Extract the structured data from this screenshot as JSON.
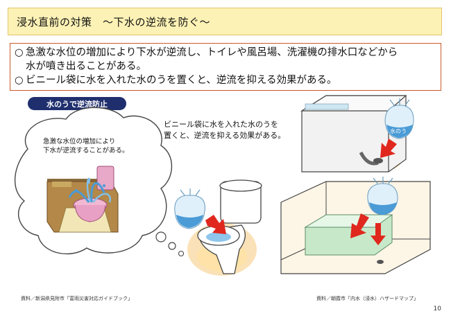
{
  "title": "浸水直前の対策　～下水の逆流を防ぐ～",
  "bullets": [
    {
      "mark": "○",
      "text": "急激な水位の増加により下水が逆流し、トイレや風呂場、洗濯機の排水口などから",
      "text2": "水が噴き出ることがある。"
    },
    {
      "mark": "○",
      "text": "ビニール袋に水を入れた水のうを置くと、逆流を抑える効果がある。"
    }
  ],
  "tag": "水のうで逆流防止",
  "cloud_caption": [
    "急激な水位の増加により",
    "下水が逆流することがある。"
  ],
  "center_caption": [
    "ビニール袋に水を入れた水のうを",
    "置くと、逆流を抑える効果がある。"
  ],
  "bag_label": "水のう",
  "source_left": "資料／新潟県見附市「富雨災害対応ガイドブック」",
  "source_right": "資料／朝霞市「内水（浸水）ハザードマップ」",
  "page_number": "10",
  "colors": {
    "title_bg": "#fdf2b5",
    "border": "#c75a2a",
    "tag_bg": "#1f2f6e",
    "arrow": "#e0281e",
    "water": "#4a9bd6"
  }
}
